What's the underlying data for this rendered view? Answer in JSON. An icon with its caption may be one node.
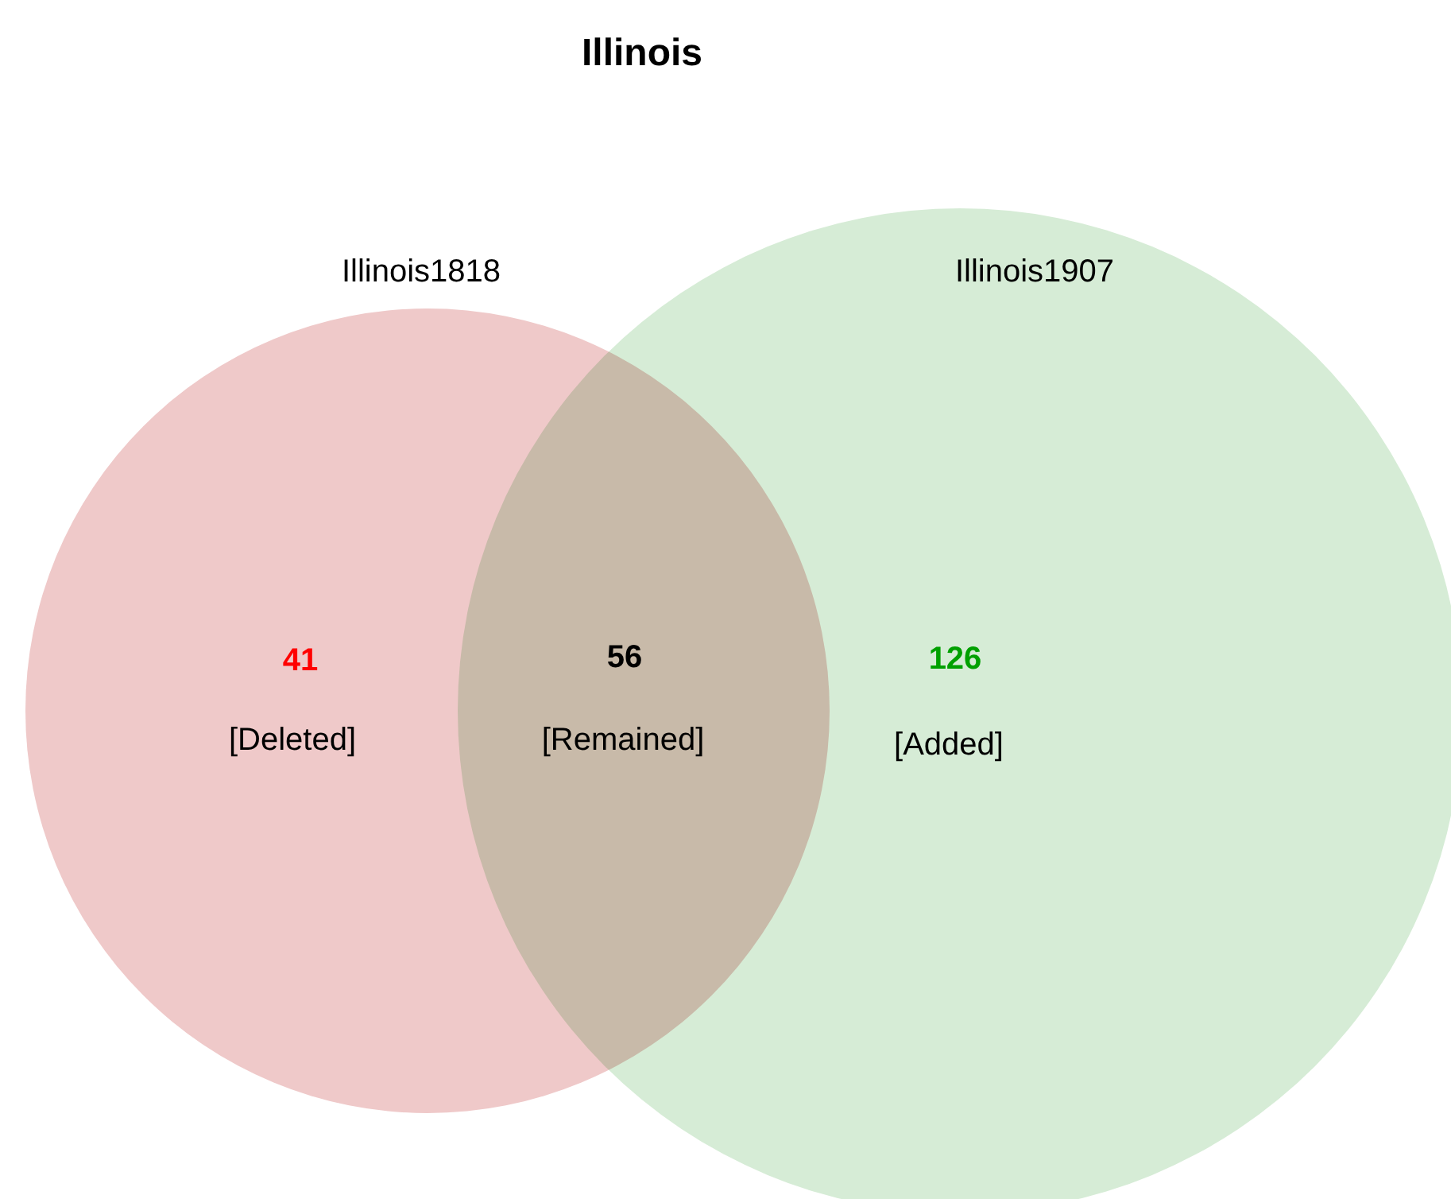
{
  "diagram": {
    "title": "Illinois",
    "nodes": [
      {
        "text": [
          "Illinois1818"
        ]
      },
      {
        "text": [
          "Illinois1907"
        ]
      }
    ],
    "labels": [
      "41",
      "[Deleted]",
      "56",
      "[Remained]",
      "126",
      "[Added]"
    ]
  }
}
